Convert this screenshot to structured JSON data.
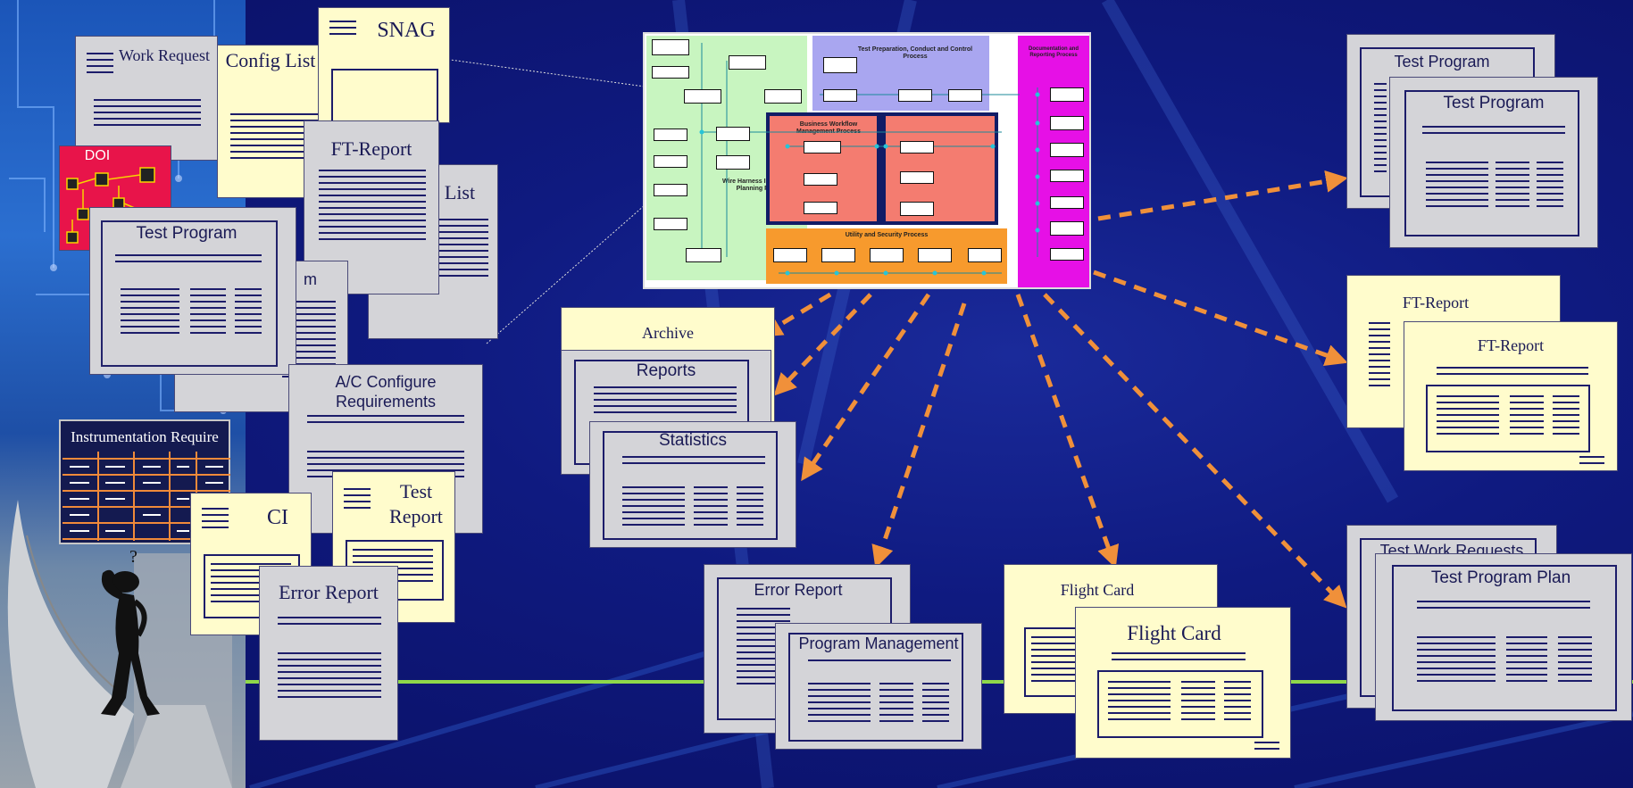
{
  "diagram": {
    "process": {
      "wire_harness_label": "Wire Harness Integrity Test Planning Process",
      "test_prep_label": "Test Preparation, Conduct and Control Process",
      "business_workflow_label": "Business Workflow Management Process",
      "utility_security_label": "Utility and Security Process",
      "documentation_label": "Documentation and Reporting Process",
      "colors": {
        "green": "#c8f5c0",
        "lavender": "#a9a6f0",
        "salmon": "#f47c70",
        "orange": "#f79a2d",
        "magenta": "#e610e6"
      }
    },
    "left_docs": {
      "work_request": "Work Request",
      "config_list": "Config List",
      "snag": "SNAG",
      "doi": "DOI",
      "ft_report": "FT-Report",
      "list_partial": "List",
      "test_program": "Test Program",
      "m_partial": "m",
      "ac_configure": "A/C Configure Requirements",
      "instrumentation": "Instrumentation Require",
      "ci": "CI",
      "test_report": "Test Report",
      "error_report": "Error Report"
    },
    "outputs": {
      "archive": "Archive",
      "reports": "Reports",
      "statistics": "Statistics",
      "error_report": "Error Report",
      "program_management": "Program Management",
      "flight_card_small": "Flight Card",
      "flight_card_big": "Flight Card",
      "test_program_back": "Test Program",
      "test_program_front": "Test Program",
      "ft_report_back": "FT-Report",
      "ft_report_front": "FT-Report",
      "test_work_requests": "Test Work Requests",
      "test_program_plan": "Test Program Plan"
    },
    "arrow_color": "#f0903a"
  }
}
